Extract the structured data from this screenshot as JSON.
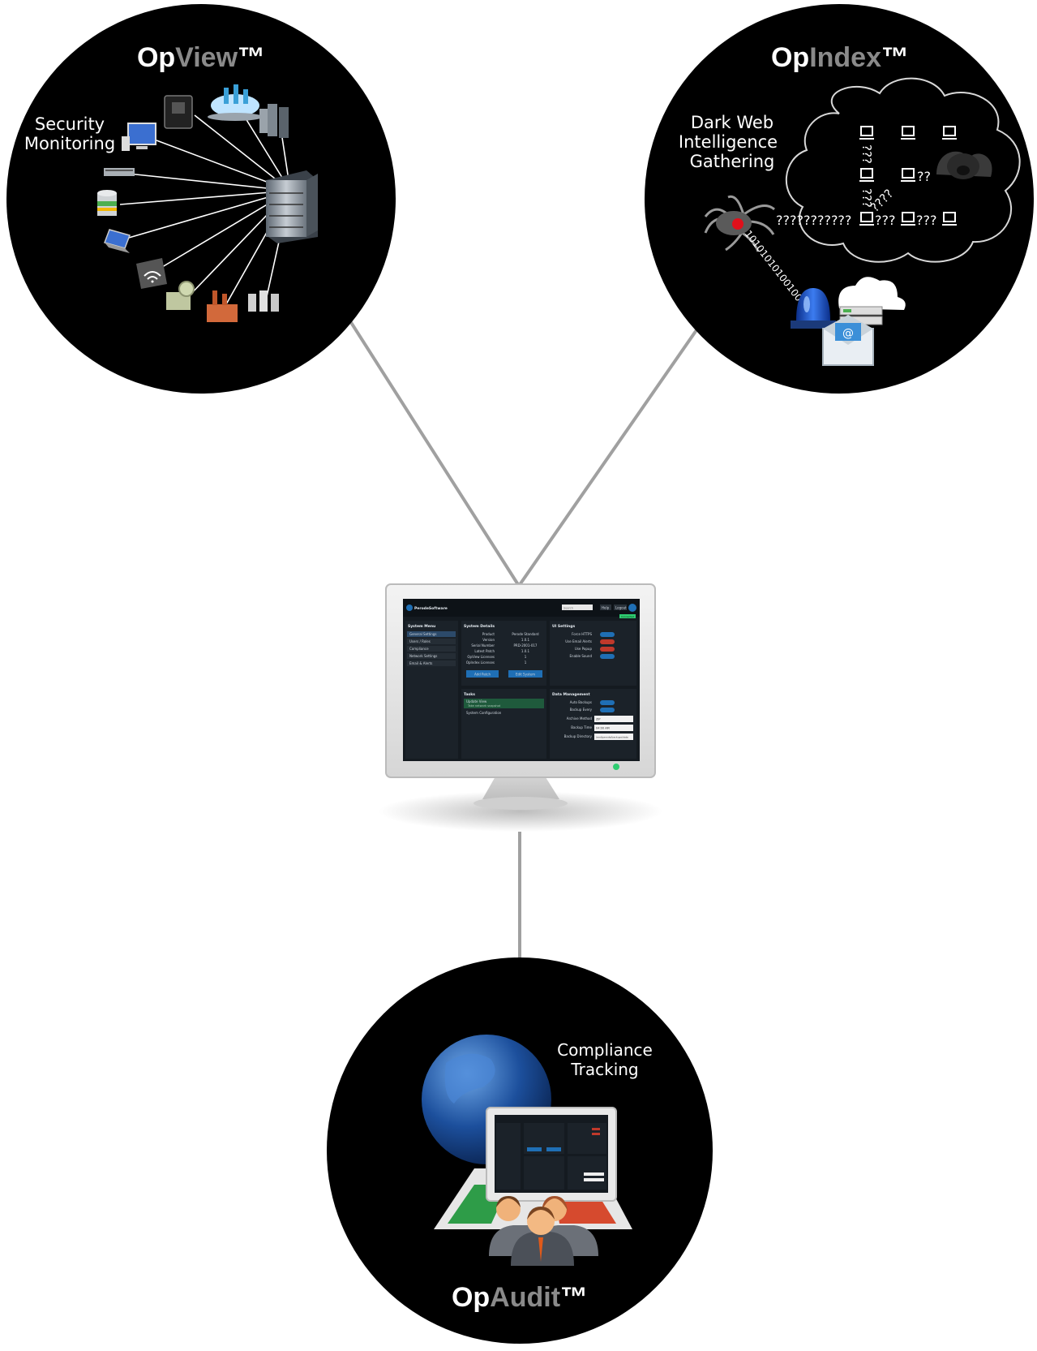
{
  "opview": {
    "title_prefix": "Op",
    "title_suffix": "View",
    "trademark": "™",
    "caption_line1": "Security",
    "caption_line2": "Monitoring"
  },
  "opindex": {
    "title_prefix": "Op",
    "title_suffix": "Index",
    "trademark": "™",
    "caption_line1": "Dark Web",
    "caption_line2": "Intelligence",
    "caption_line3": "Gathering",
    "binary": "10101010100100111",
    "q_long": "???????????",
    "q_3a": "???",
    "q_3b": "???",
    "q_2": "??",
    "q_diag": "????",
    "q_vert1": "???",
    "q_vert2": "???"
  },
  "opaudit": {
    "title_prefix": "Op",
    "title_suffix": "Audit",
    "trademark": "™",
    "caption_line1": "Compliance",
    "caption_line2": "Tracking"
  },
  "monitor": {
    "app_name": "PerodeSoftware",
    "search_placeholder": "Search",
    "btn_help": "Help",
    "btn_logout": "Logout",
    "status_badge": "Connected",
    "sidebar_title": "System Menu",
    "sidebar_items": [
      "General Settings",
      "Users / Roles",
      "Compliance",
      "Network Settings",
      "Email & Alerts"
    ],
    "panel_system_details": "System Details",
    "details": [
      {
        "label": "Product",
        "value": "Perode Standard"
      },
      {
        "label": "Version",
        "value": "1.0.1"
      },
      {
        "label": "Serial Number",
        "value": "PRD-2001-017"
      },
      {
        "label": "Latest Patch",
        "value": "1.0.1"
      },
      {
        "label": "OpView Licenses",
        "value": "1"
      },
      {
        "label": "OpIndex Licenses",
        "value": "1"
      }
    ],
    "btn_add_patch": "Add Patch",
    "btn_edit_system": "Edit System",
    "panel_settings": "UI Settings",
    "settings": [
      {
        "label": "Force HTTPS",
        "state": "ON"
      },
      {
        "label": "Use Email Alerts",
        "state": "OFF"
      },
      {
        "label": "Use Popup",
        "state": "OFF"
      },
      {
        "label": "Enable Sound",
        "state": "ON"
      }
    ],
    "panel_tasks": "Tasks",
    "task_highlight": "Update View",
    "task_sub": "Take network snapshot",
    "task_item": "System Configuration",
    "panel_data_mgmt": "Data Management",
    "data_rows": [
      {
        "label": "Auto Backups",
        "value": "ON"
      },
      {
        "label": "Backup Every",
        "value": "OFF"
      },
      {
        "label": "Archive Method",
        "value": "ZIP"
      },
      {
        "label": "Backup Time",
        "value": "04:00 AM"
      },
      {
        "label": "Backup Directory",
        "value": "/mnt/perode/backups/data"
      }
    ]
  },
  "colors": {
    "circle_fill": "#000000",
    "connector": "#a0a0a0",
    "title_white": "#ffffff",
    "title_grey": "#8a8a8a",
    "ui_accent": "#1f6fb5",
    "ui_red": "#c0392b",
    "ui_green": "#2ecc71"
  }
}
